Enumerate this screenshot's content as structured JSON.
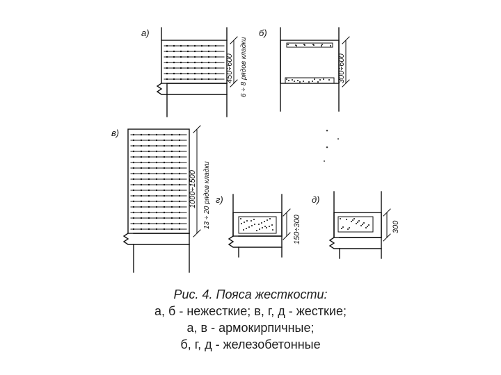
{
  "figure": {
    "panel_labels": {
      "a": "а)",
      "b": "б)",
      "v": "в)",
      "g": "г)",
      "d": "д)"
    },
    "dimensions": {
      "a_height": "450÷600",
      "a_rows": "6 ÷ 8 рядов кладки",
      "b_height": "300÷600",
      "v_height": "1000÷1500",
      "v_rows": "13 ÷ 20 рядов кладки",
      "g_height": "150÷300",
      "d_height": "300"
    }
  },
  "caption": {
    "title": "Рис. 4. Пояса жесткости:",
    "line1": "а, б - нежесткие; в, г, д - жесткие;",
    "line2": "а, в - армокирпичные;",
    "line3": "б, г, д - железобетонные"
  }
}
